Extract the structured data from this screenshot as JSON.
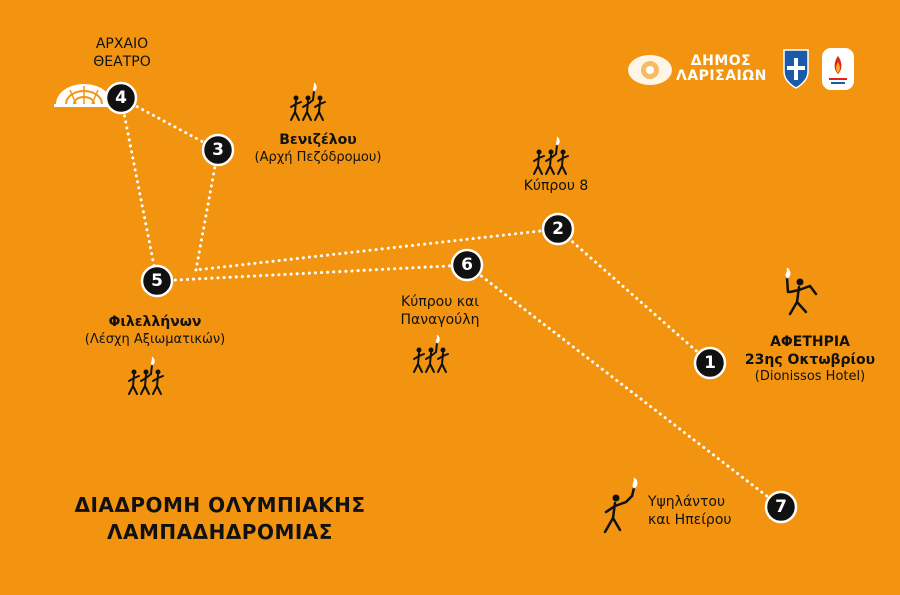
{
  "header": {
    "municipality_name": "ΔΗΜΟΣ ΛΑΡΙΣΑΙΩΝ"
  },
  "title": {
    "line1": "ΔΙΑΔΡΟΜΗ ΟΛΥΜΠΙΑΚΗΣ",
    "line2": "ΛΑΜΠΑΔΗΔΡΟΜΙΑΣ"
  },
  "stops": [
    {
      "number": "1",
      "name": "ΑΦΕΤΗΡΙΑ",
      "name2": "23ης Οκτωβρίου",
      "note": "(Dionissos Hotel)"
    },
    {
      "number": "2",
      "name": "Κύπρου 8"
    },
    {
      "number": "3",
      "name": "Βενιζέλου",
      "note": "(Αρχή Πεζόδρομου)"
    },
    {
      "number": "4",
      "name": "ΑΡΧΑΙΟ",
      "name2": "ΘΕΑΤΡΟ"
    },
    {
      "number": "5",
      "name": "Φιλελλήνων",
      "note": "(Λέσχη Αξιωματικών)"
    },
    {
      "number": "6",
      "name": "Κύπρου και",
      "name2": "Παναγούλη"
    },
    {
      "number": "7",
      "name": "Υψηλάντου",
      "name2": "και Ηπείρου"
    }
  ],
  "route_order": [
    "1",
    "2",
    "5",
    "3",
    "4",
    "5",
    "6",
    "7"
  ],
  "icons": [
    "theatre-icon",
    "torchbearer-icon",
    "torch-relay-group-icon",
    "municipality-seal-icon",
    "hellenic-olympic-committee-icon",
    "olympic-flame-emblem-icon"
  ],
  "colors": {
    "background": "#f29410",
    "marker": "#111111",
    "route": "#ffffff"
  }
}
